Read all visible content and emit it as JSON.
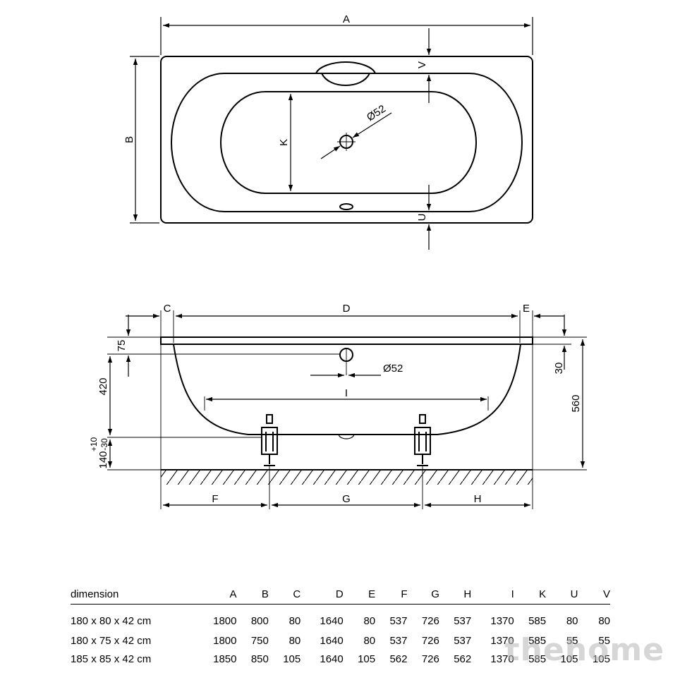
{
  "top_view": {
    "labels": {
      "A": "A",
      "B": "B",
      "V": "V",
      "K": "K",
      "U": "U",
      "diameter": "Ø52"
    }
  },
  "side_view": {
    "labels": {
      "C": "C",
      "D": "D",
      "E": "E",
      "I": "I",
      "F": "F",
      "G": "G",
      "H": "H",
      "diameter": "Ø52",
      "h75": "75",
      "h420": "420",
      "h140": "140",
      "tol_plus": "+10",
      "tol_minus": "-30",
      "h30": "30",
      "h560": "560"
    }
  },
  "table": {
    "headers": [
      "dimension",
      "A",
      "B",
      "C",
      "D",
      "E",
      "F",
      "G",
      "H",
      "I",
      "K",
      "U",
      "V"
    ],
    "rows": [
      [
        "180 x 80 x 42 cm",
        "1800",
        "800",
        "80",
        "1640",
        "80",
        "537",
        "726",
        "537",
        "1370",
        "585",
        "80",
        "80"
      ],
      [
        "180 x 75 x 42 cm",
        "1800",
        "750",
        "80",
        "1640",
        "80",
        "537",
        "726",
        "537",
        "1370",
        "585",
        "55",
        "55"
      ],
      [
        "185 x 85 x 42 cm",
        "1850",
        "850",
        "105",
        "1640",
        "105",
        "562",
        "726",
        "562",
        "1370",
        "585",
        "105",
        "105"
      ]
    ]
  },
  "watermark": "thehome",
  "icons": {
    "drain": "drain-icon",
    "overflow": "overflow-icon",
    "foot": "bathtub-foot-icon"
  }
}
